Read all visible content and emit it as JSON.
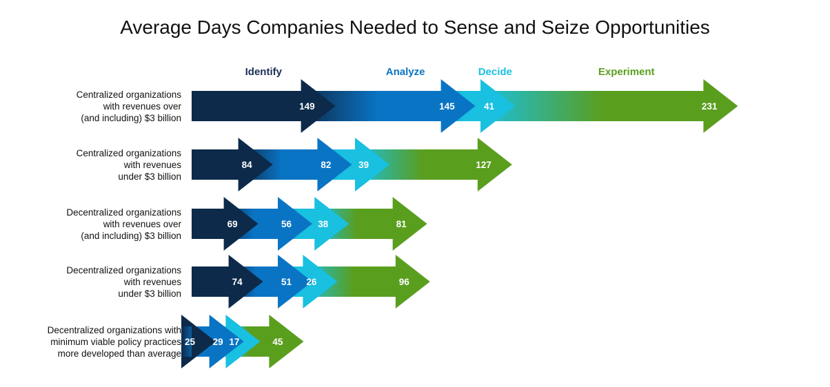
{
  "chart_data": {
    "type": "bar",
    "title": "Average Days Companies Needed to Sense and Seize Opportunities",
    "stacked": true,
    "orientation": "horizontal",
    "categories": [
      "Centralized organizations\nwith revenues over\n(and including) $3 billion",
      "Centralized organizations\nwith revenues\nunder $3 billion",
      "Decentralized organizations\nwith revenues over\n(and including) $3 billion",
      "Decentralized organizations\nwith revenues\nunder $3 billion",
      "Decentralized organizations with\nminimum viable policy practices\nmore developed than average"
    ],
    "series": [
      {
        "name": "Identify",
        "color": "#0d2a4a",
        "values": [
          149,
          84,
          69,
          74,
          25
        ]
      },
      {
        "name": "Analyze",
        "color": "#0a74c4",
        "values": [
          145,
          82,
          56,
          51,
          29
        ]
      },
      {
        "name": "Decide",
        "color": "#19c0e0",
        "values": [
          41,
          39,
          38,
          26,
          17
        ]
      },
      {
        "name": "Experiment",
        "color": "#5a9e1e",
        "values": [
          231,
          127,
          81,
          96,
          45
        ]
      }
    ],
    "label_colors": {
      "Identify": "#1a2f55",
      "Analyze": "#0a74c4",
      "Decide": "#19c0e0",
      "Experiment": "#5a9e1e"
    },
    "legend_position": "top",
    "grid": false
  }
}
